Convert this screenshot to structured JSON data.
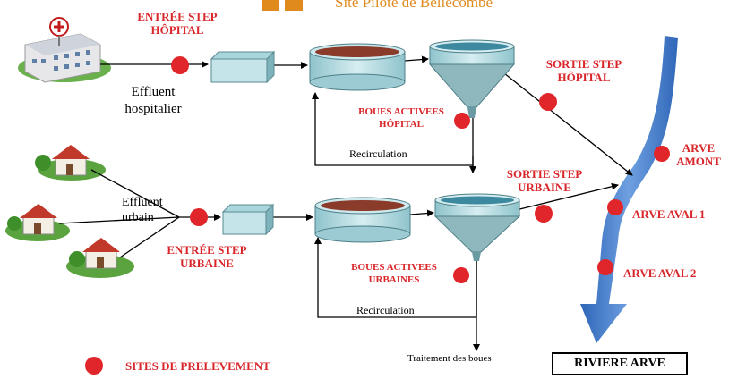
{
  "title": "Site Pilote de Bellecombe",
  "labels": {
    "entree_hopital": "ENTRÉE STEP HÔPITAL",
    "effluent_hospitalier": "Effluent hospitalier",
    "boues_hopital": "BOUES ACTIVEES HÔPITAL",
    "sortie_hopital": "SORTIE STEP HÔPITAL",
    "recirculation_1": "Recirculation",
    "sortie_urbaine": "SORTIE STEP URBAINE",
    "effluent_urbain": "Effluent urbain",
    "entree_urbaine": "ENTRÉE STEP URBAINE",
    "boues_urbaines": "BOUES ACTIVEES URBAINES",
    "recirculation_2": "Recirculation",
    "traitement": "Traitement des boues",
    "arve_amont": "ARVE AMONT",
    "arve_aval_1": "ARVE AVAL 1",
    "arve_aval_2": "ARVE AVAL 2",
    "riviere": "RIVIERE ARVE",
    "legend": "SITES DE PRELEVEMENT"
  },
  "colors": {
    "sampling_dot": "#e0262a",
    "label_red": "#d8262a",
    "river": "#3f78c8",
    "tank": "#bfe3e8",
    "sludge": "#8a3b2a",
    "title_orange": "#e08a1e"
  }
}
